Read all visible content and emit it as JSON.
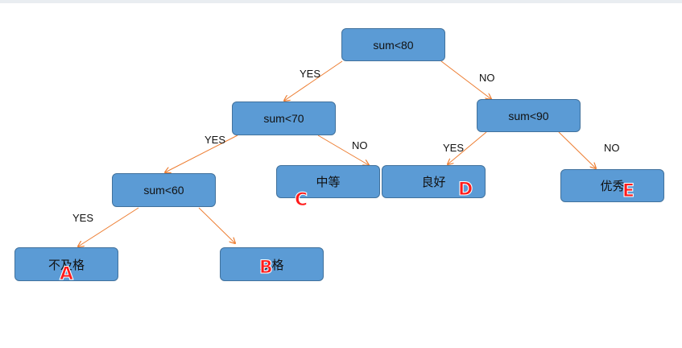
{
  "nodes": {
    "root": "sum<80",
    "n70": "sum<70",
    "n90": "sum<90",
    "n60": "sum<60",
    "fail": "不及格",
    "pass": "及格",
    "medium": "中等",
    "good": "良好",
    "excellent": "优秀"
  },
  "edges": {
    "root_yes": "YES",
    "root_no": "NO",
    "n70_yes": "YES",
    "n70_no": "NO",
    "n90_yes": "YES",
    "n90_no": "NO",
    "n60_yes": "YES"
  },
  "markers": {
    "a": "A",
    "b": "B",
    "c": "C",
    "d": "D",
    "e": "E"
  },
  "colors": {
    "node_fill": "#5b9bd5",
    "node_border": "#41719c",
    "edge": "#ed7d31",
    "marker": "#ff1a1a"
  }
}
